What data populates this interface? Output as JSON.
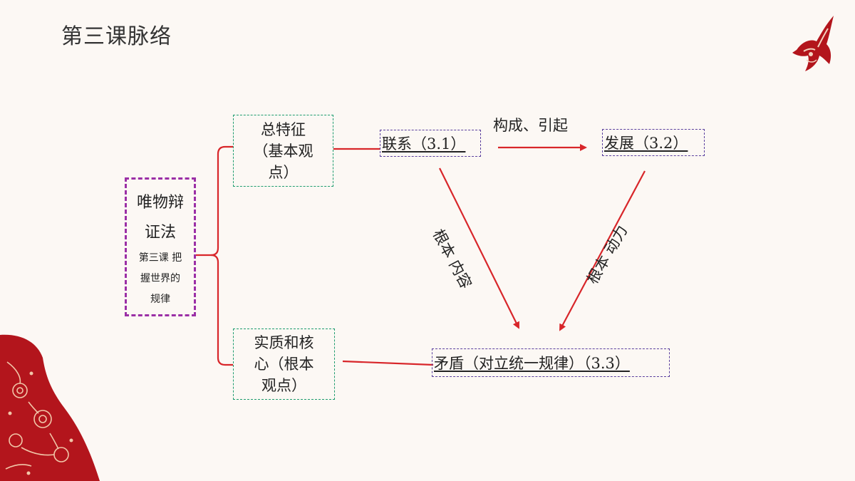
{
  "title": "第三课脉络",
  "left_box": {
    "line1": "唯物辩",
    "line2": "证法",
    "small": "第三课 把\n握世界的\n规律"
  },
  "top_mid_box": "总特征\n（基本观\n点）",
  "bottom_mid_box": "实质和核\n心（根本\n观点）",
  "lianxi": "联系（3.1）",
  "fazhan": "发展（3.2）",
  "maodun": "矛盾（对立统一规律）（3.3）",
  "label_goucheng": "构成、引起",
  "label_genben_neirong": "根本 内容",
  "label_genben_dongli": "根本 动力",
  "colors": {
    "line": "#d8262a",
    "left_border": "#9b2fa6",
    "green_border": "#1e9c6e",
    "purple_border": "#5a3f9e",
    "decor": "#b3151c"
  },
  "icons": [
    "swallow-papercut-icon",
    "floral-papercut-corner-icon"
  ]
}
